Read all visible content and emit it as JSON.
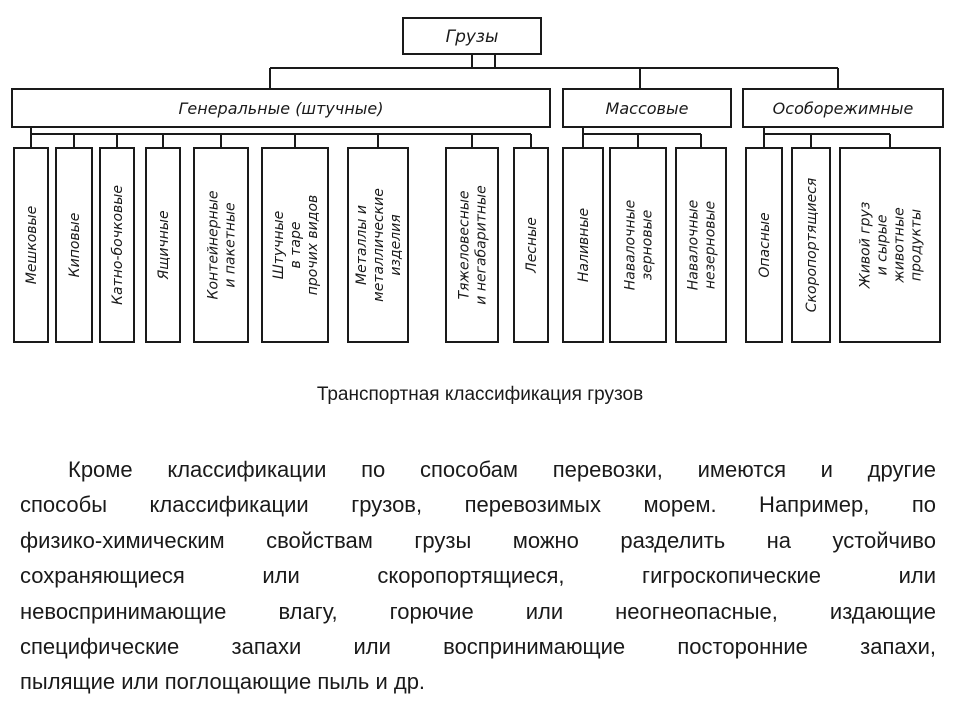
{
  "diagram": {
    "root": "Грузы",
    "groups": [
      {
        "label": "Генеральные (штучные)",
        "items": [
          [
            "Мешковые"
          ],
          [
            "Киповые"
          ],
          [
            "Катно-бочковые"
          ],
          [
            "Ящичные"
          ],
          [
            "Контейнерные",
            "и пакетные"
          ],
          [
            "Штучные",
            "в таре",
            "прочих видов"
          ],
          [
            "Металлы и",
            "металлические",
            "изделия"
          ],
          [
            "Тяжеловесные",
            "и негабаритные"
          ],
          [
            "Лесные"
          ]
        ]
      },
      {
        "label": "Массовые",
        "items": [
          [
            "Наливные"
          ],
          [
            "Навалочные",
            "зерновые"
          ],
          [
            "Навалочные",
            "незерновые"
          ]
        ]
      },
      {
        "label": "Особорежимные",
        "items": [
          [
            "Опасные"
          ],
          [
            "Скоропортящиеся"
          ],
          [
            "Живой груз",
            "и сырые",
            "животные",
            "продукты"
          ]
        ]
      }
    ]
  },
  "caption": "Транспортная классификация грузов",
  "paragraph_lines": [
    "Кроме классификации по способам перевозки, имеются и другие",
    "способы классификации грузов, перевозимых морем. Например, по",
    "физико-химическим свойствам грузы можно разделить на устойчиво",
    "сохраняющиеся или скоропортящиеся, гигроскопические или",
    "невоспринимающие влагу, горючие или неогнеопасные, издающие",
    "специфические запахи или воспринимающие посторонние запахи,",
    "пылящие или поглощающие пыль и др."
  ]
}
